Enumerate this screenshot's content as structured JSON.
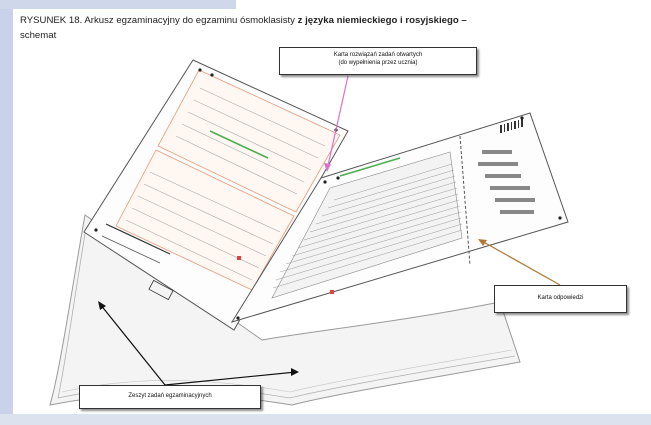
{
  "caption": {
    "line1_prefix": "RYSUNEK 18. Arkusz egzaminacyjny do egzaminu ósmoklasisty ",
    "line1_bold_a": "z",
    "line1_mid": " języka ",
    "line1_bold_b": "niemieckiego",
    "line1_and": " i ",
    "line1_bold_c": "rosyjskiego",
    "line1_end": " –",
    "line2": "schemat"
  },
  "labels": {
    "karta_rozwiazan_title": "Karta rozwiązań zadań otwartych",
    "karta_rozwiazan_note": "(do wypełnienia przez ucznia)",
    "karta_odpowiedzi": "Karta odpowiedzi",
    "zeszyt": "Zeszyt zadań egzaminacyjnych"
  },
  "colors": {
    "arrow_rozwiazan": "#e070c8",
    "arrow_odpowiedzi": "#b07838",
    "arrow_zeszyt": "#111111",
    "frame": "#c9d2e8"
  }
}
